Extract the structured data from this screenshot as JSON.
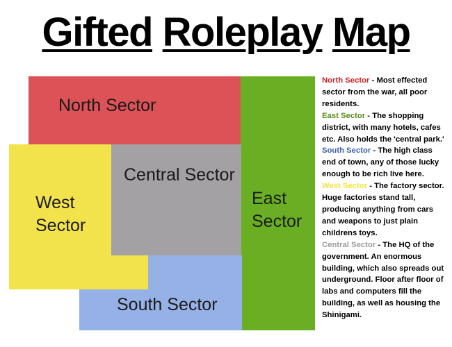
{
  "title_parts": [
    "Gifted",
    "Roleplay",
    "Map"
  ],
  "sectors": {
    "north": {
      "label": "North Sector",
      "color": "#dc5257"
    },
    "east": {
      "label": "East\nSector",
      "color": "#6aaf23"
    },
    "south": {
      "label": "South Sector",
      "color": "#96b1e6"
    },
    "west": {
      "label": "West\nSector",
      "color": "#f2e34d"
    },
    "central": {
      "label": "Central Sector",
      "color": "#a3a1a3"
    }
  },
  "legend": [
    {
      "name": "North Sector",
      "color": "#d0242a",
      "text": " - Most effected sector from the war, all poor residents."
    },
    {
      "name": "East Sector",
      "color": "#5b8f1f",
      "text": " - The shopping district, with many hotels, cafes etc. Also holds the 'central park.'"
    },
    {
      "name": "South Sector",
      "color": "#3a5fb0",
      "text": " - The high class end of town, any of those lucky enough to be rich live here."
    },
    {
      "name": "West Sector",
      "color": "#f4e43f",
      "text": " - The factory sector. Huge factories stand tall, producing anything from cars and weapons to just plain childrens toys."
    },
    {
      "name": "Central Sector",
      "color": "#9a9a9a",
      "text": " - The HQ of the government. An enormous building, which also spreads out underground. Floor after floor of labs and computers fill the building, as well as housing the Shinigami."
    }
  ]
}
